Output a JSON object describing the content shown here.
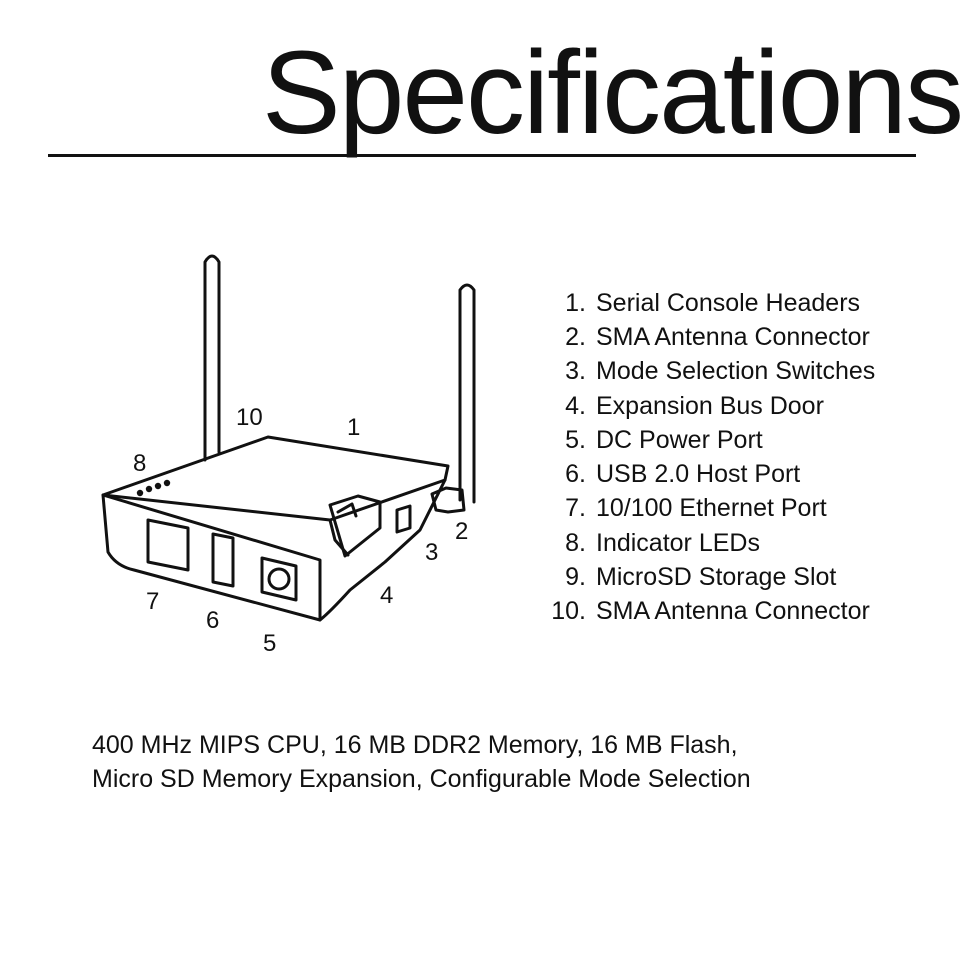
{
  "title": "Specifications",
  "diagram": {
    "callouts": [
      "1",
      "2",
      "3",
      "4",
      "5",
      "6",
      "7",
      "8",
      "10"
    ]
  },
  "legend": [
    {
      "num": "1.",
      "label": "Serial Console Headers"
    },
    {
      "num": "2.",
      "label": "SMA Antenna Connector"
    },
    {
      "num": "3.",
      "label": "Mode Selection Switches"
    },
    {
      "num": "4.",
      "label": "Expansion Bus Door"
    },
    {
      "num": "5.",
      "label": "DC Power Port"
    },
    {
      "num": "6.",
      "label": "USB 2.0 Host Port"
    },
    {
      "num": "7.",
      "label": "10/100 Ethernet Port"
    },
    {
      "num": "8.",
      "label": "Indicator LEDs"
    },
    {
      "num": "9.",
      "label": "MicroSD Storage Slot"
    },
    {
      "num": "10.",
      "label": "SMA Antenna Connector"
    }
  ],
  "summary": {
    "line1": "400 MHz MIPS CPU, 16 MB DDR2 Memory, 16 MB Flash,",
    "line2": "Micro SD Memory Expansion, Configurable Mode Selection"
  }
}
